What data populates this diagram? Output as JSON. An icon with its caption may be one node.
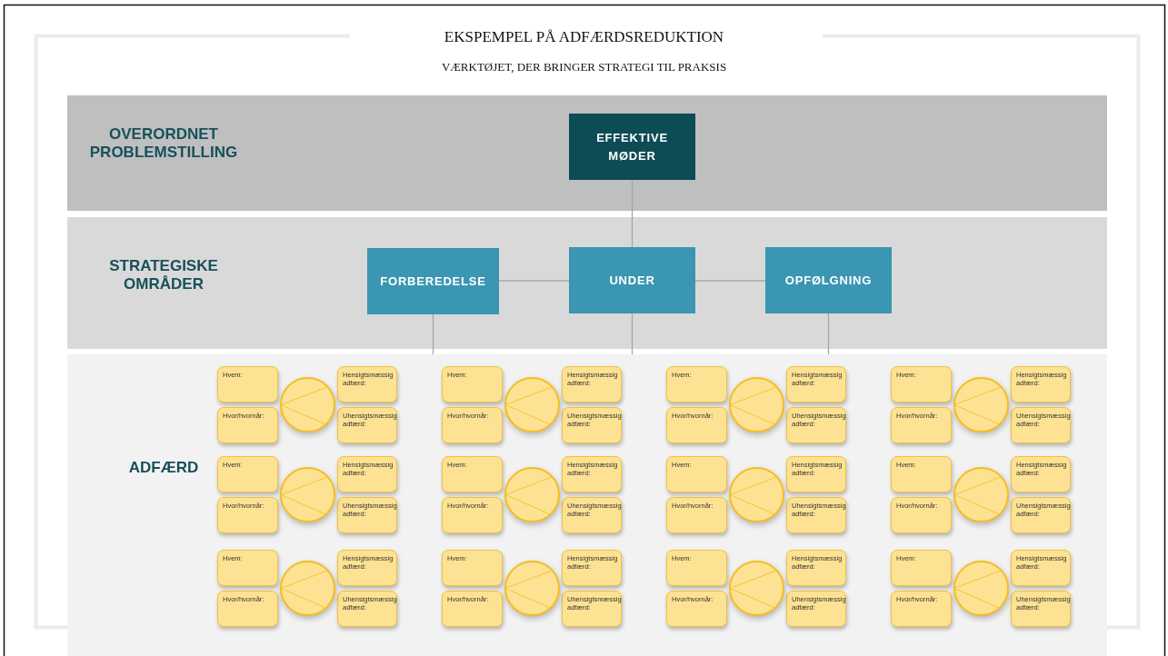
{
  "diagram": {
    "title": "EKSPEMPEL PÅ ADFÆRDSREDUKTION",
    "nodes": [
      {
        "text": [
          "OVERORDNET PROBLEMSTILLING"
        ]
      },
      {
        "text": [
          "EFFEKTIVE MØDER"
        ],
        "in": 0
      },
      {
        "text": [
          "STRATEGISKE OMRÅDER"
        ]
      },
      {
        "text": [
          "FORBEREDELSE"
        ],
        "in": 2
      },
      {
        "text": [
          "UNDER"
        ],
        "in": 2
      },
      {
        "text": [
          "OPFØLGNING"
        ],
        "in": 2
      },
      {
        "text": [
          "ADFÆRD"
        ]
      },
      {
        "text": [
          "Hvem:"
        ],
        "in": 6
      },
      {
        "text": [
          "Hensigtsmæssig adfærd:"
        ],
        "in": 6
      },
      {
        "text": [
          "Hvor/hvornår:"
        ],
        "in": 6
      },
      {
        "text": [
          "Uhensigtsmæssig adfærd:"
        ],
        "in": 6
      },
      {
        "text": [],
        "shape": "circle",
        "in": 6
      },
      {
        "text": [
          "Hvem:"
        ],
        "in": 6
      },
      {
        "text": [
          "Hensigtsmæssig adfærd:"
        ],
        "in": 6
      },
      {
        "text": [
          "Hvor/hvornår:"
        ],
        "in": 6
      },
      {
        "text": [
          "Uhensigtsmæssig adfærd:"
        ],
        "in": 6
      },
      {
        "text": [],
        "shape": "circle",
        "in": 6
      },
      {
        "text": [
          "Hvem:"
        ],
        "in": 6
      },
      {
        "text": [
          "Hensigtsmæssig adfærd:"
        ],
        "in": 6
      },
      {
        "text": [
          "Hvor/hvornår:"
        ],
        "in": 6
      },
      {
        "text": [
          "Uhensigtsmæssig adfærd:"
        ],
        "in": 6
      },
      {
        "text": [],
        "shape": "circle",
        "in": 6
      },
      {
        "text": [
          "Hvem:"
        ],
        "in": 6
      },
      {
        "text": [
          "Hensigtsmæssig adfærd:"
        ],
        "in": 6
      },
      {
        "text": [
          "Hvor/hvornår:"
        ],
        "in": 6
      },
      {
        "text": [
          "Uhensigtsmæssig adfærd:"
        ],
        "in": 6
      },
      {
        "text": [],
        "shape": "circle",
        "in": 6
      },
      {
        "text": [
          "Hvem:"
        ],
        "in": 6
      },
      {
        "text": [
          "Hensigtsmæssig adfærd:"
        ],
        "in": 6
      },
      {
        "text": [
          "Hvor/hvornår:"
        ],
        "in": 6
      },
      {
        "text": [
          "Uhensigtsmæssig adfærd:"
        ],
        "in": 6
      },
      {
        "text": [],
        "shape": "circle",
        "in": 6
      },
      {
        "text": [
          "Hvem:"
        ],
        "in": 6
      },
      {
        "text": [
          "Hensigtsmæssig adfærd:"
        ],
        "in": 6
      },
      {
        "text": [
          "Hvor/hvornår:"
        ],
        "in": 6
      },
      {
        "text": [
          "Uhensigtsmæssig adfærd:"
        ],
        "in": 6
      },
      {
        "text": [],
        "shape": "circle",
        "in": 6
      },
      {
        "text": [
          "Hvem:"
        ],
        "in": 6
      },
      {
        "text": [
          "Hensigtsmæssig adfærd:"
        ],
        "in": 6
      },
      {
        "text": [
          "Hvor/hvornår:"
        ],
        "in": 6
      },
      {
        "text": [
          "Uhensigtsmæssig adfærd:"
        ],
        "in": 6
      },
      {
        "text": [],
        "shape": "circle",
        "in": 6
      },
      {
        "text": [
          "Hvem:"
        ],
        "in": 6
      },
      {
        "text": [
          "Hensigtsmæssig adfærd:"
        ],
        "in": 6
      },
      {
        "text": [
          "Hvor/hvornår:"
        ],
        "in": 6
      },
      {
        "text": [
          "Uhensigtsmæssig adfærd:"
        ],
        "in": 6
      },
      {
        "text": [],
        "shape": "circle",
        "in": 6
      },
      {
        "text": [
          "Hvem:"
        ],
        "in": 6
      },
      {
        "text": [
          "Hensigtsmæssig adfærd:"
        ],
        "in": 6
      },
      {
        "text": [
          "Hvor/hvornår:"
        ],
        "in": 6
      },
      {
        "text": [
          "Uhensigtsmæssig adfærd:"
        ],
        "in": 6
      },
      {
        "text": [],
        "shape": "circle",
        "in": 6
      },
      {
        "text": [
          "Hvem:"
        ],
        "in": 6
      },
      {
        "text": [
          "Hensigtsmæssig adfærd:"
        ],
        "in": 6
      },
      {
        "text": [
          "Hvor/hvornår:"
        ],
        "in": 6
      },
      {
        "text": [
          "Uhensigtsmæssig adfærd:"
        ],
        "in": 6
      },
      {
        "text": [],
        "shape": "circle",
        "in": 6
      },
      {
        "text": [
          "Hvem:"
        ],
        "in": 6
      },
      {
        "text": [
          "Hensigtsmæssig adfærd:"
        ],
        "in": 6
      },
      {
        "text": [
          "Hvor/hvornår:"
        ],
        "in": 6
      },
      {
        "text": [
          "Uhensigtsmæssig adfærd:"
        ],
        "in": 6
      },
      {
        "text": [],
        "shape": "circle",
        "in": 6
      },
      {
        "text": [
          "Hvem:"
        ],
        "in": 6
      },
      {
        "text": [
          "Hensigtsmæssig adfærd:"
        ],
        "in": 6
      },
      {
        "text": [
          "Hvor/hvornår:"
        ],
        "in": 6
      },
      {
        "text": [
          "Uhensigtsmæssig adfærd:"
        ],
        "in": 6
      },
      {
        "text": [],
        "shape": "circle",
        "in": 6
      }
    ],
    "edges": [
      {
        "from": 1,
        "to": 4,
        "arrow": "none"
      },
      {
        "from": 3,
        "to": 4,
        "arrow": "none"
      },
      {
        "from": 4,
        "to": 5,
        "arrow": "none"
      },
      {
        "from": 3,
        "to": 6,
        "arrow": "none"
      },
      {
        "from": 4,
        "to": 6,
        "arrow": "none"
      },
      {
        "from": 5,
        "to": 6,
        "arrow": "none"
      }
    ],
    "labels": [
      "VÆRKTØJET, DER BRINGER STRATEGI TIL PRAKSIS"
    ]
  }
}
